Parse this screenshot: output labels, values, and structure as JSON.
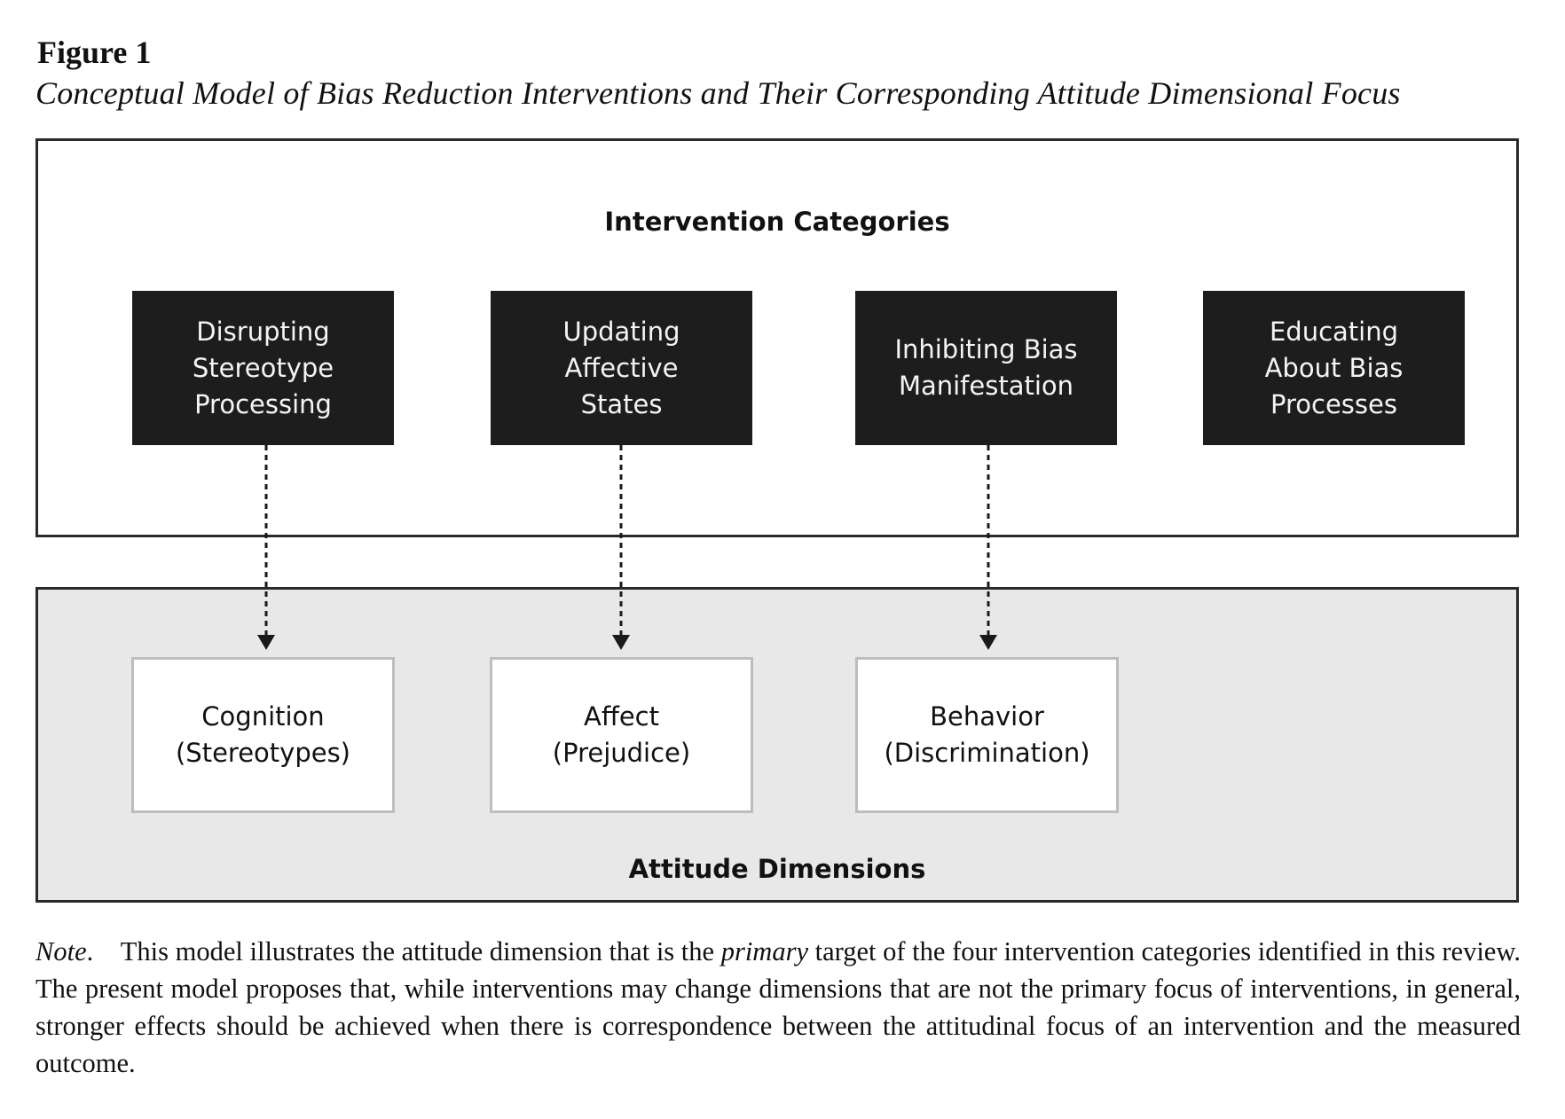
{
  "figure": {
    "label": "Figure 1",
    "title": "Conceptual Model of Bias Reduction Interventions and Their Corresponding Attitude Dimensional Focus"
  },
  "intervention_panel": {
    "heading": "Intervention Categories",
    "categories": [
      {
        "label": "Disrupting\nStereotype\nProcessing"
      },
      {
        "label": "Updating\nAffective\nStates"
      },
      {
        "label": "Inhibiting Bias\nManifestation"
      },
      {
        "label": "Educating\nAbout Bias\nProcesses"
      }
    ]
  },
  "attitude_panel": {
    "heading": "Attitude Dimensions",
    "dimensions": [
      {
        "label": "Cognition\n(Stereotypes)"
      },
      {
        "label": "Affect\n(Prejudice)"
      },
      {
        "label": "Behavior\n(Discrimination)"
      }
    ]
  },
  "links": [
    {
      "from": "Disrupting Stereotype Processing",
      "to": "Cognition (Stereotypes)",
      "style": "dotted-arrow"
    },
    {
      "from": "Updating Affective States",
      "to": "Affect (Prejudice)",
      "style": "dotted-arrow"
    },
    {
      "from": "Inhibiting Bias Manifestation",
      "to": "Behavior (Discrimination)",
      "style": "dotted-arrow"
    }
  ],
  "note": {
    "label": "Note",
    "label_punct": ".",
    "text_before": "This model illustrates the attitude dimension that is the ",
    "emphasis": "primary",
    "text_after": " target of the four intervention categories identified in this review. The present model proposes that, while interventions may change dimensions that are not the primary focus of interventions, in general, stronger effects should be achieved when there is correspondence between the attitudinal focus of an intervention and the measured outcome."
  },
  "colors": {
    "category_fill": "#1d1d1d",
    "category_text": "#f4f4f4",
    "dimension_border": "#bdbdbd",
    "bottom_panel_fill": "#e8e8e8",
    "frame": "#2a2a2a"
  }
}
